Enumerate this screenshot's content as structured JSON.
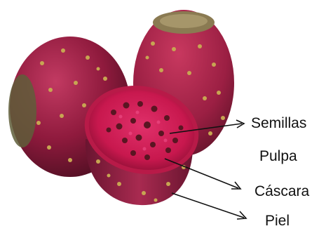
{
  "labels": {
    "seeds": "Semillas",
    "pulp": "Pulpa",
    "rind": "Cáscara",
    "skin": "Piel"
  },
  "colors": {
    "skin": "#9b1f43",
    "flesh": "#c8184e",
    "seed": "#5a1522",
    "spot": "#c7a552",
    "arrow": "#111111",
    "label": "#111111"
  }
}
